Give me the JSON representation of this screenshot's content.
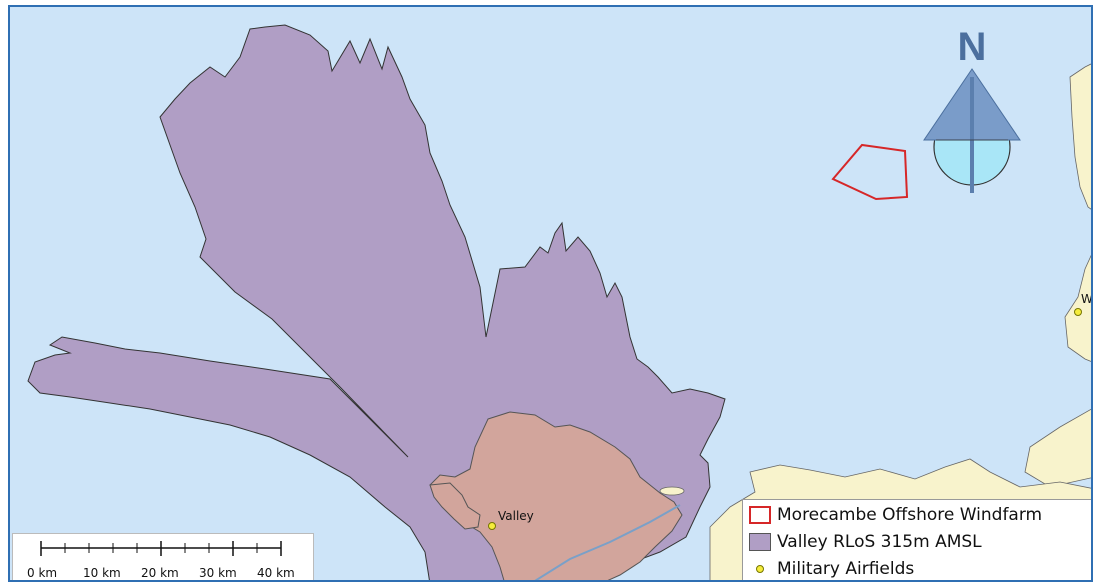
{
  "map": {
    "colors": {
      "sea": "#cde4f8",
      "land": "#f8f3cc",
      "anglesey": "#d2a59c",
      "rlos": "#b09ec5",
      "windfarm": "#d62728",
      "airfield": "#f5ec3c",
      "compass": "#7a9cc9",
      "compass_circle": "#a9e6f7"
    },
    "compass": {
      "letter": "N"
    },
    "places": [
      {
        "label": "Valley"
      },
      {
        "label": "Wo"
      }
    ],
    "scalebar": {
      "labels": [
        "0 km",
        "10 km",
        "20 km",
        "30 km",
        "40 km"
      ]
    },
    "legend": {
      "items": [
        {
          "label": "Morecambe Offshore Windfarm",
          "symbol": "outline"
        },
        {
          "label": "Valley RLoS 315m AMSL",
          "symbol": "fill"
        },
        {
          "label": "Military Airfields",
          "symbol": "dot"
        }
      ]
    }
  }
}
